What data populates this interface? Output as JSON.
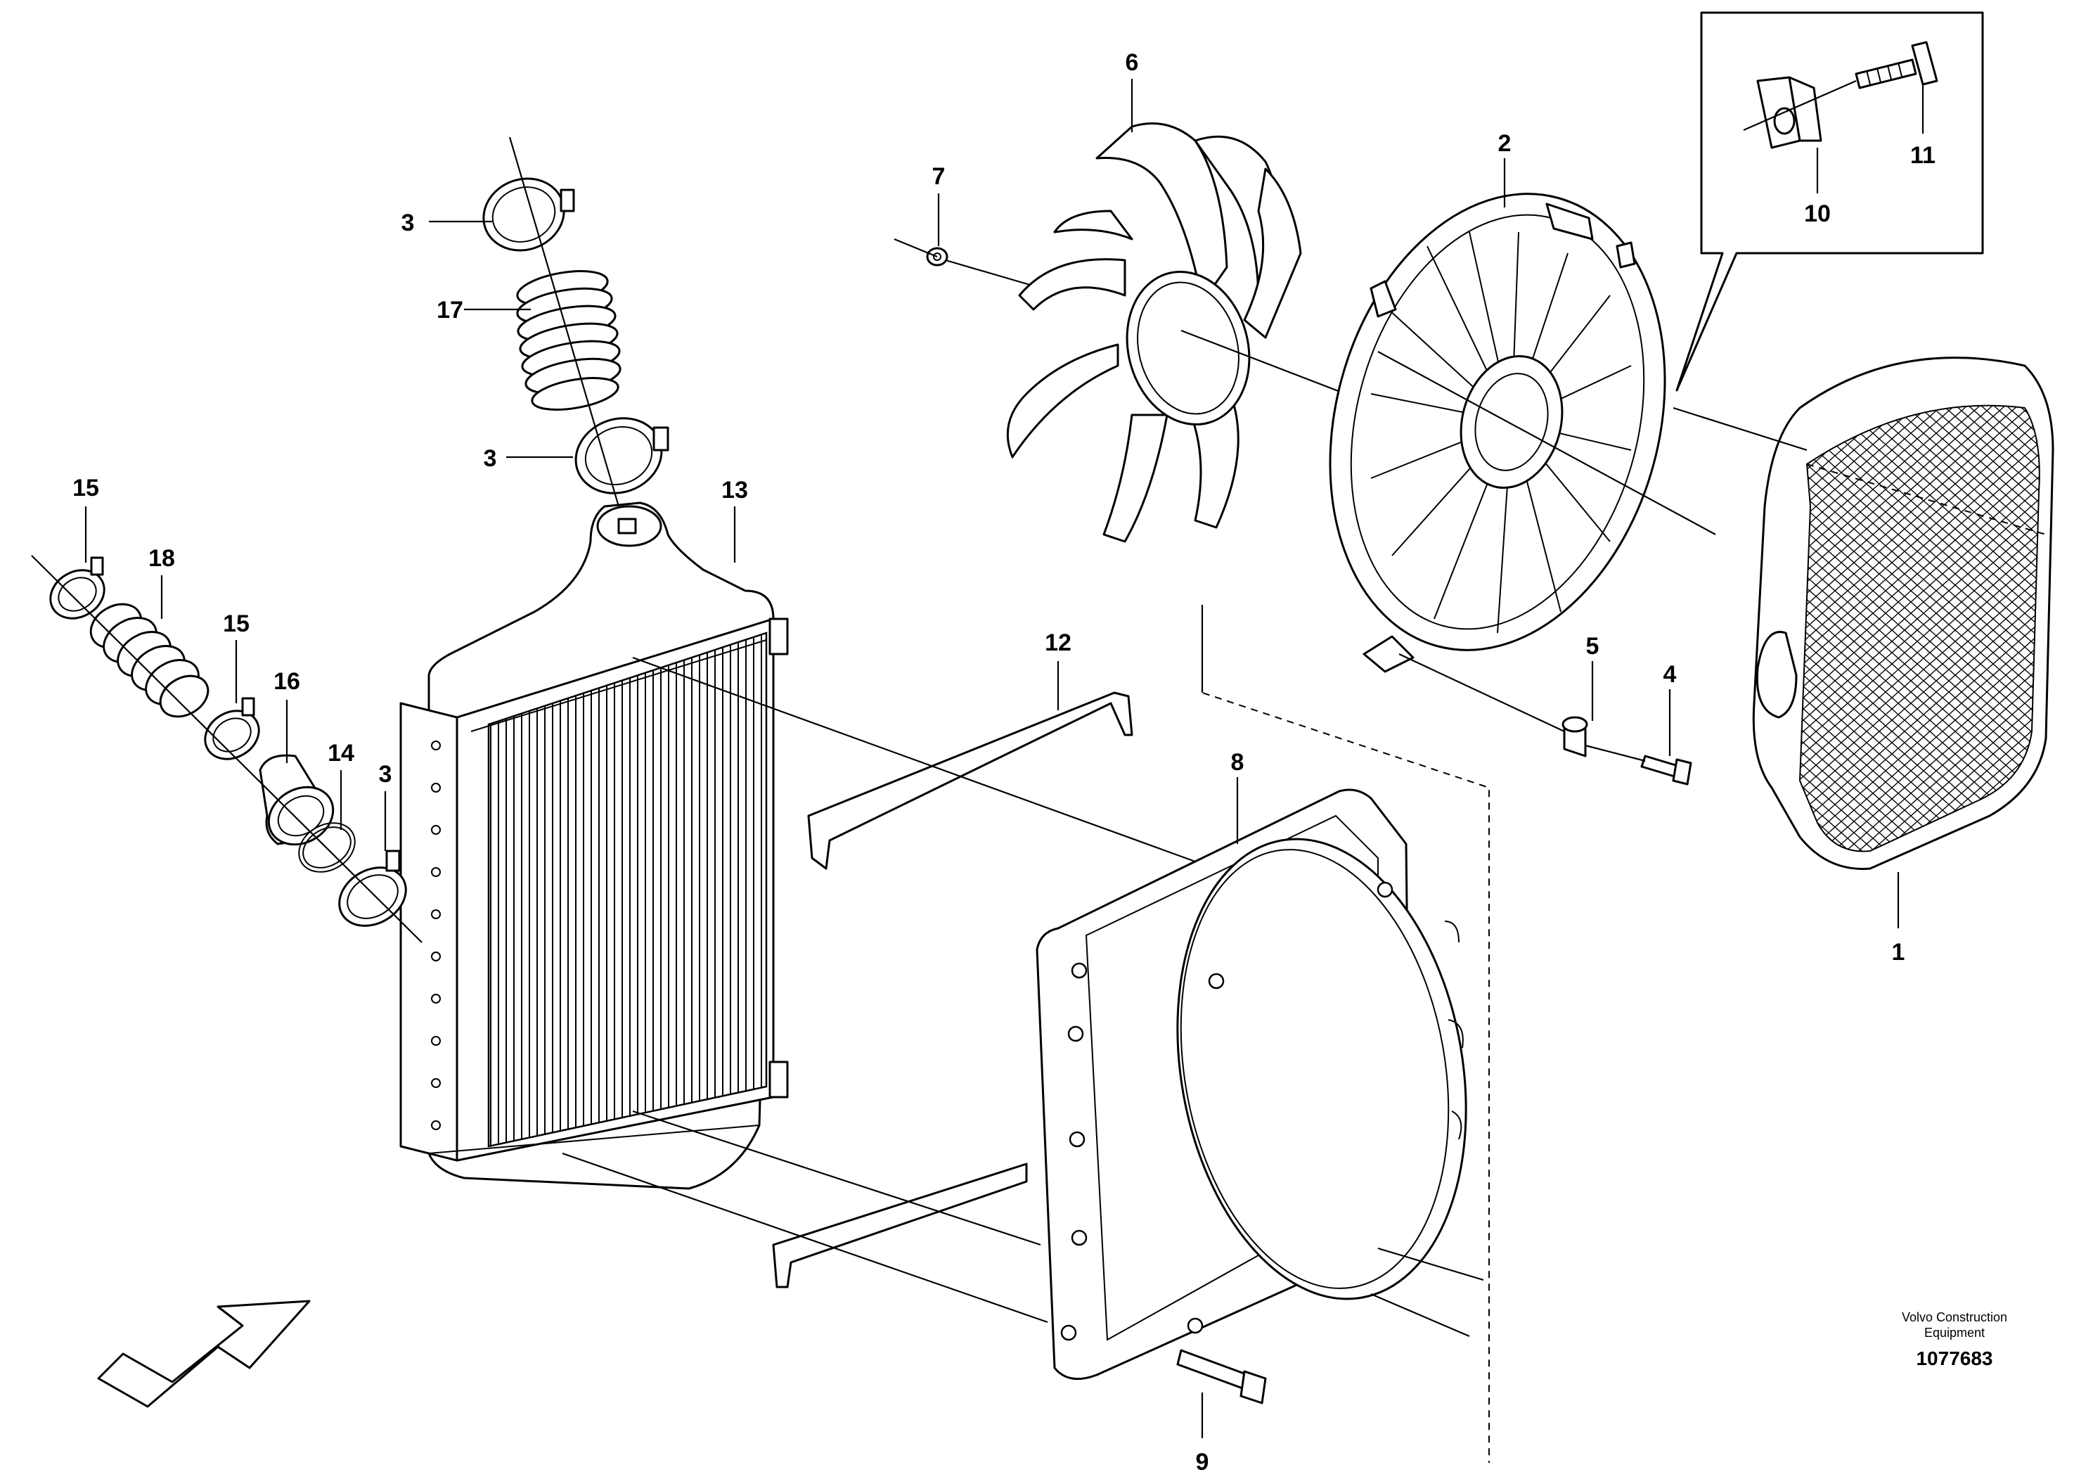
{
  "diagram": {
    "callouts": [
      {
        "id": "c1",
        "label": "1"
      },
      {
        "id": "c2",
        "label": "2"
      },
      {
        "id": "c3a",
        "label": "3"
      },
      {
        "id": "c3b",
        "label": "3"
      },
      {
        "id": "c3c",
        "label": "3"
      },
      {
        "id": "c4",
        "label": "4"
      },
      {
        "id": "c5",
        "label": "5"
      },
      {
        "id": "c6",
        "label": "6"
      },
      {
        "id": "c7",
        "label": "7"
      },
      {
        "id": "c8",
        "label": "8"
      },
      {
        "id": "c9",
        "label": "9"
      },
      {
        "id": "c10",
        "label": "10"
      },
      {
        "id": "c11",
        "label": "11"
      },
      {
        "id": "c12",
        "label": "12"
      },
      {
        "id": "c13",
        "label": "13"
      },
      {
        "id": "c14",
        "label": "14"
      },
      {
        "id": "c15a",
        "label": "15"
      },
      {
        "id": "c15b",
        "label": "15"
      },
      {
        "id": "c16",
        "label": "16"
      },
      {
        "id": "c17",
        "label": "17"
      },
      {
        "id": "c18",
        "label": "18"
      }
    ]
  },
  "credit": {
    "line1": "Volvo Construction",
    "line2": "Equipment",
    "number": "1077683"
  },
  "icons": {
    "airflow": "airflow-arrow-icon"
  }
}
